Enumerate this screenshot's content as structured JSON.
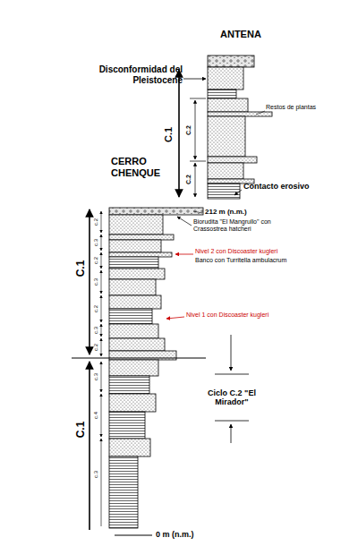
{
  "diagram": {
    "nodes": [
      {
        "text": [
          "ANTENA"
        ]
      },
      {
        "text": [
          "CERRO CHENQUE"
        ]
      }
    ],
    "labels": [
      "Disconformidad del Pleistocene",
      "Restos de plantas",
      "C.1",
      "C.2",
      "C.2",
      "Contacto erosivo",
      "212 m (n.m.)",
      "Biorudita \"El Mangrullo\" con Crassostrea hatcheri",
      "Nivel 2 con Discoaster kugleri",
      "Banco con Turritella ambulacrum",
      "Nivel 1 con Discoaster kugleri",
      "Ciclo C.2 \"El Mirador\"",
      "C.1",
      "C.1",
      "c.2",
      "c.3",
      "c.2",
      "c.3",
      "c.2",
      "c.3",
      "c.2",
      "c.3",
      "c.4",
      "c.3",
      "0 m (n.m.)"
    ]
  }
}
